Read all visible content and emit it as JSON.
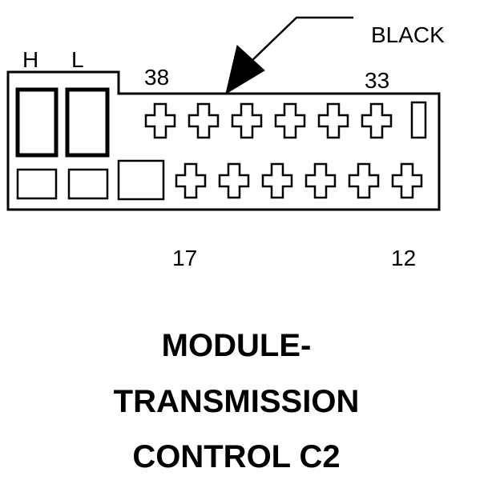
{
  "connector": {
    "color_callout": "BLACK",
    "terminal_labels": {
      "top_left_big_1": "H",
      "top_left_big_2": "L",
      "top_row_start": "38",
      "top_row_end": "33",
      "bottom_row_start": "17",
      "bottom_row_end": "12"
    },
    "top_row_cavity_count": 6,
    "bottom_row_cavity_count": 6
  },
  "caption": {
    "line1": "MODULE-",
    "line2": "TRANSMISSION",
    "line3": "CONTROL C2"
  },
  "colors": {
    "stroke": "#000000",
    "background": "#ffffff"
  }
}
